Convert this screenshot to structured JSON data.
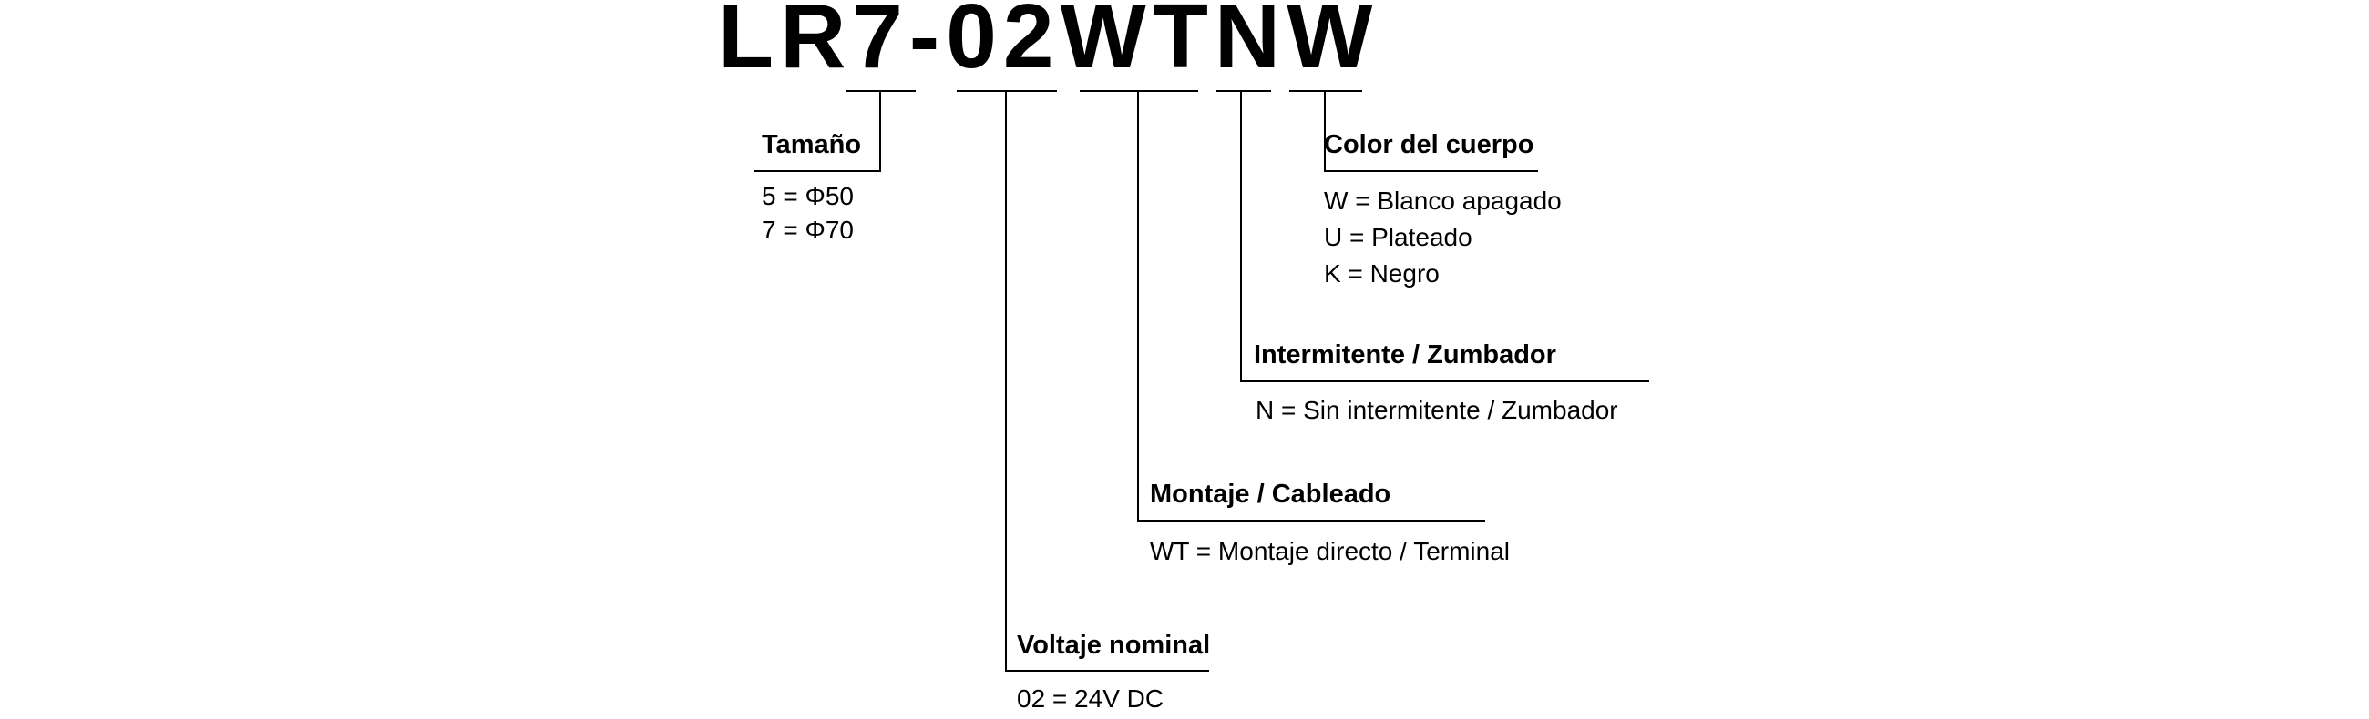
{
  "diagram": {
    "title": "LR7-02WTNW",
    "colors": {
      "ink": "#000000",
      "background": "#ffffff"
    },
    "sections": {
      "tamano": {
        "label": "Tamaño",
        "values": [
          "5 = Φ50",
          "7 = Φ70"
        ]
      },
      "voltaje": {
        "label": "Voltaje nominal",
        "values": [
          "02 = 24V DC"
        ]
      },
      "montaje": {
        "label": "Montaje / Cableado",
        "values": [
          "WT = Montaje directo / Terminal"
        ]
      },
      "intermitente": {
        "label": "Intermitente / Zumbador",
        "values": [
          "N = Sin intermitente / Zumbador"
        ]
      },
      "color_cuerpo": {
        "label": "Color del cuerpo",
        "values": [
          "W = Blanco apagado",
          "U = Plateado",
          "K = Negro"
        ]
      }
    }
  }
}
